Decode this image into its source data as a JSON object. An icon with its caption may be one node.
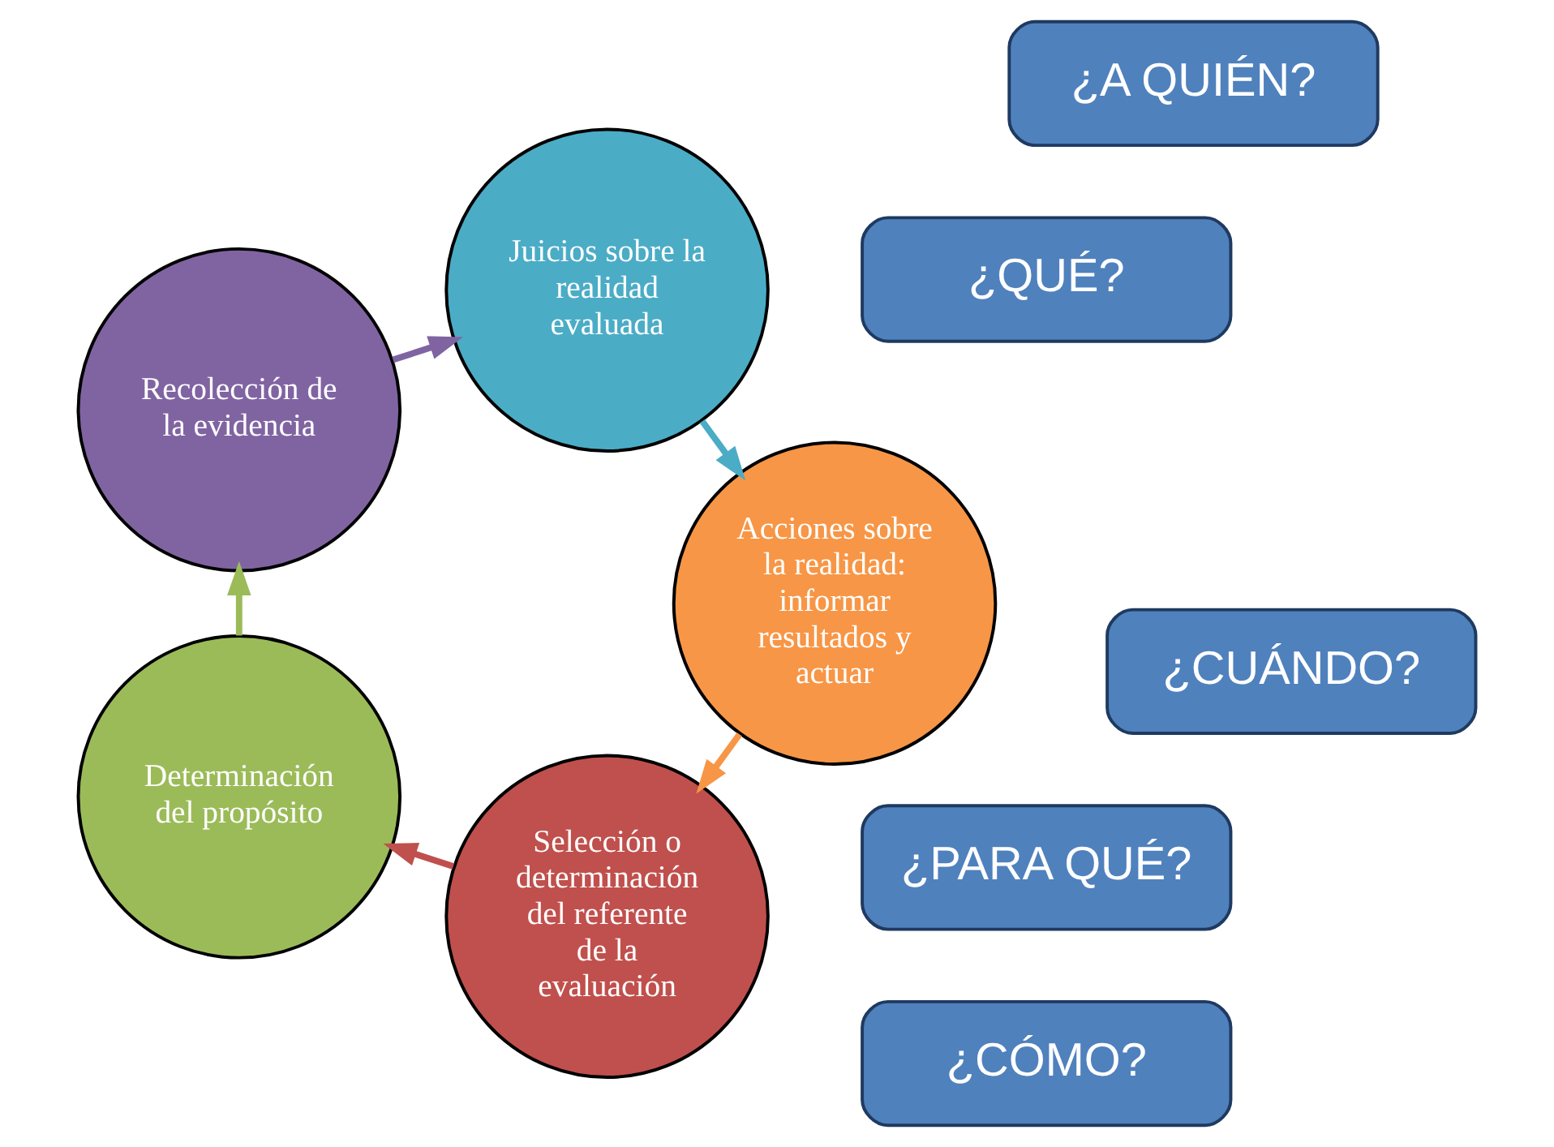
{
  "diagram": {
    "nodes": [
      {
        "text": [
          "Selección o determinación del referente de la evaluación"
        ]
      },
      {
        "text": [
          "Determinación del propósito"
        ]
      },
      {
        "text": [
          "Recolección de la evidencia"
        ]
      },
      {
        "text": [
          "Juicios sobre la realidad evaluada"
        ]
      },
      {
        "text": [
          "Acciones sobre la realidad: informar resultados y actuar"
        ]
      },
      {
        "text": [
          "¿QUÉ?"
        ]
      },
      {
        "text": [
          "¿PARA QUÉ?"
        ]
      },
      {
        "text": [
          "¿A QUIÉN?"
        ]
      },
      {
        "text": [
          "¿CÓMO?"
        ]
      },
      {
        "text": [
          "¿CUÁNDO?"
        ]
      }
    ],
    "edges": [
      {
        "from": 0,
        "to": 1,
        "arrow": "to",
        "color": "#c0504d"
      },
      {
        "from": 1,
        "to": 2,
        "arrow": "to",
        "color": "#9bbb59"
      },
      {
        "from": 2,
        "to": 3,
        "arrow": "to",
        "color": "#8064a2"
      },
      {
        "from": 3,
        "to": 4,
        "arrow": "to",
        "color": "#4bacc6"
      },
      {
        "from": 4,
        "to": 0,
        "arrow": "to",
        "color": "#f79646"
      }
    ]
  }
}
